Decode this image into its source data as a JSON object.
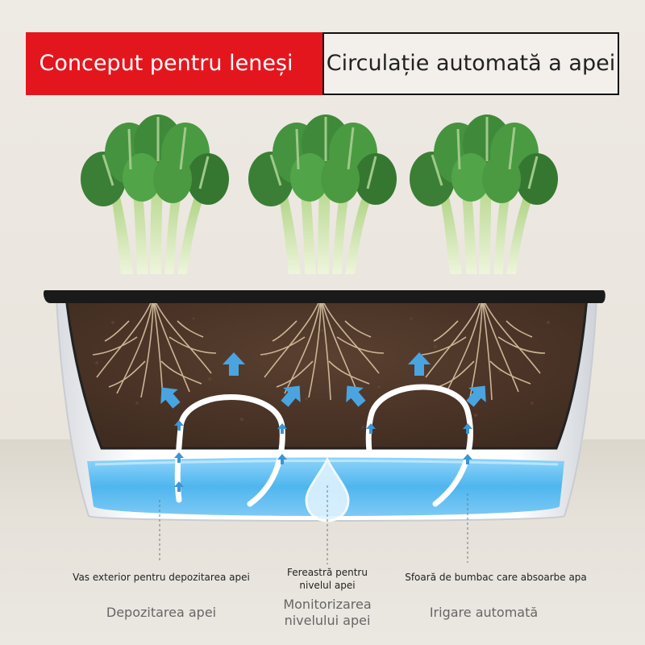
{
  "banner": {
    "left_text": "Conceput pentru leneși",
    "right_text": "Circulație automată a apei"
  },
  "labels": {
    "outer_vessel": "Vas exterior pentru depozitarea apei",
    "water_window": "Fereastră pentru nivelul apei",
    "cotton_wick": "Sfoară de bumbac care absoarbe apa",
    "water_storage": "Depozitarea apei",
    "level_monitoring": "Monitorizarea nivelului apei",
    "auto_irrigation": "Irigare automată"
  },
  "colors": {
    "banner_red": "#e3161e",
    "soil": "#4e3728",
    "water": "#4fb6ee",
    "arrow": "#4aa4e0",
    "leaf": "#3f8a3a",
    "stem": "#cfe5a8",
    "planter_rim": "#1a1a1a"
  },
  "plants": [
    {
      "name": "bok-choy-left"
    },
    {
      "name": "bok-choy-middle"
    },
    {
      "name": "bok-choy-right"
    }
  ]
}
